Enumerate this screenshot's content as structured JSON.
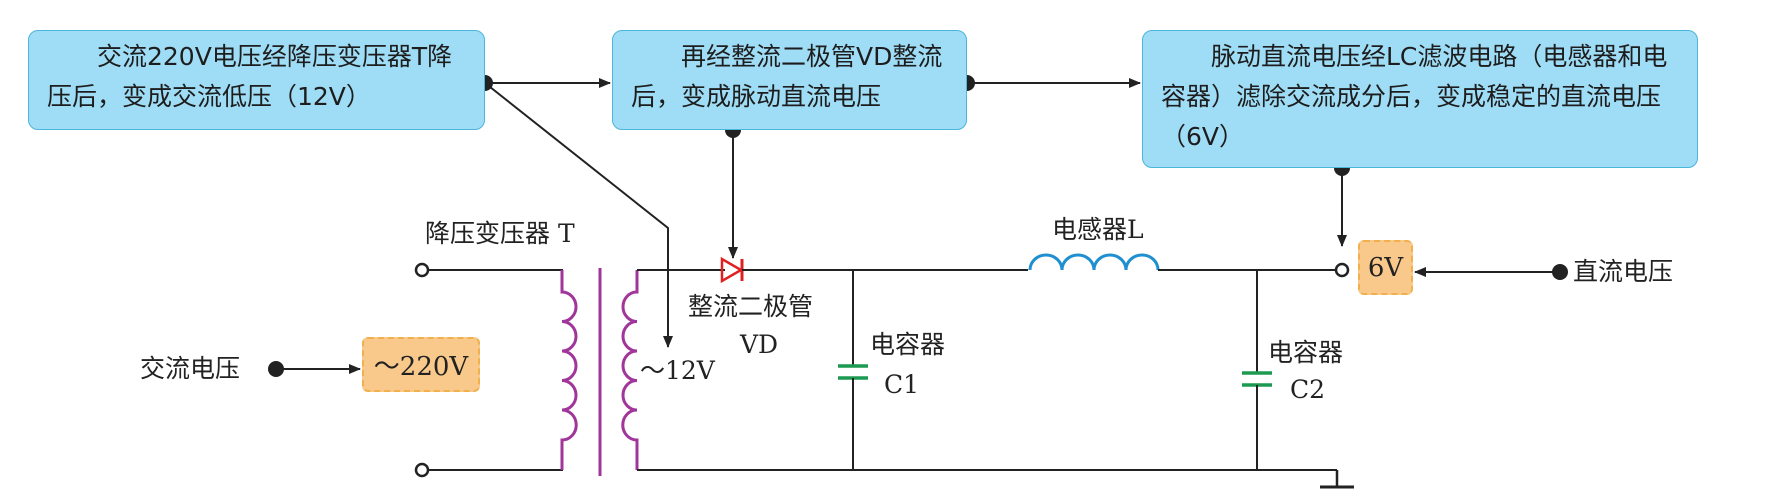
{
  "boxes": {
    "transformer_step": "交流220V电压经降压变压器T降压后，变成交流低压（12V）",
    "rectifier_step": "再经整流二极管VD整流后，变成脉动直流电压",
    "filter_step": "脉动直流电压经LC滤波电路（电感器和电容器）滤除交流成分后，变成稳定的直流电压（6V）"
  },
  "labels": {
    "transformer": "降压变压器 T",
    "ac_input": "交流电压",
    "ac_value": "～220V",
    "secondary_value": "～12V",
    "diode_name": "整流二极管",
    "diode_ref": "VD",
    "c1_name": "电容器",
    "c1_ref": "C1",
    "inductor": "电感器L",
    "c2_name": "电容器",
    "c2_ref": "C2",
    "dc_value": "6V",
    "dc_output": "直流电压"
  },
  "colors": {
    "box_fill": "#9fdcf5",
    "box_border": "#4bb5de",
    "tag_fill": "#f9c98c",
    "coil": "#a0359a",
    "inductor": "#1e8fd0",
    "capacitor": "#1d9a52",
    "diode": "#e02020",
    "wire": "#222222"
  }
}
